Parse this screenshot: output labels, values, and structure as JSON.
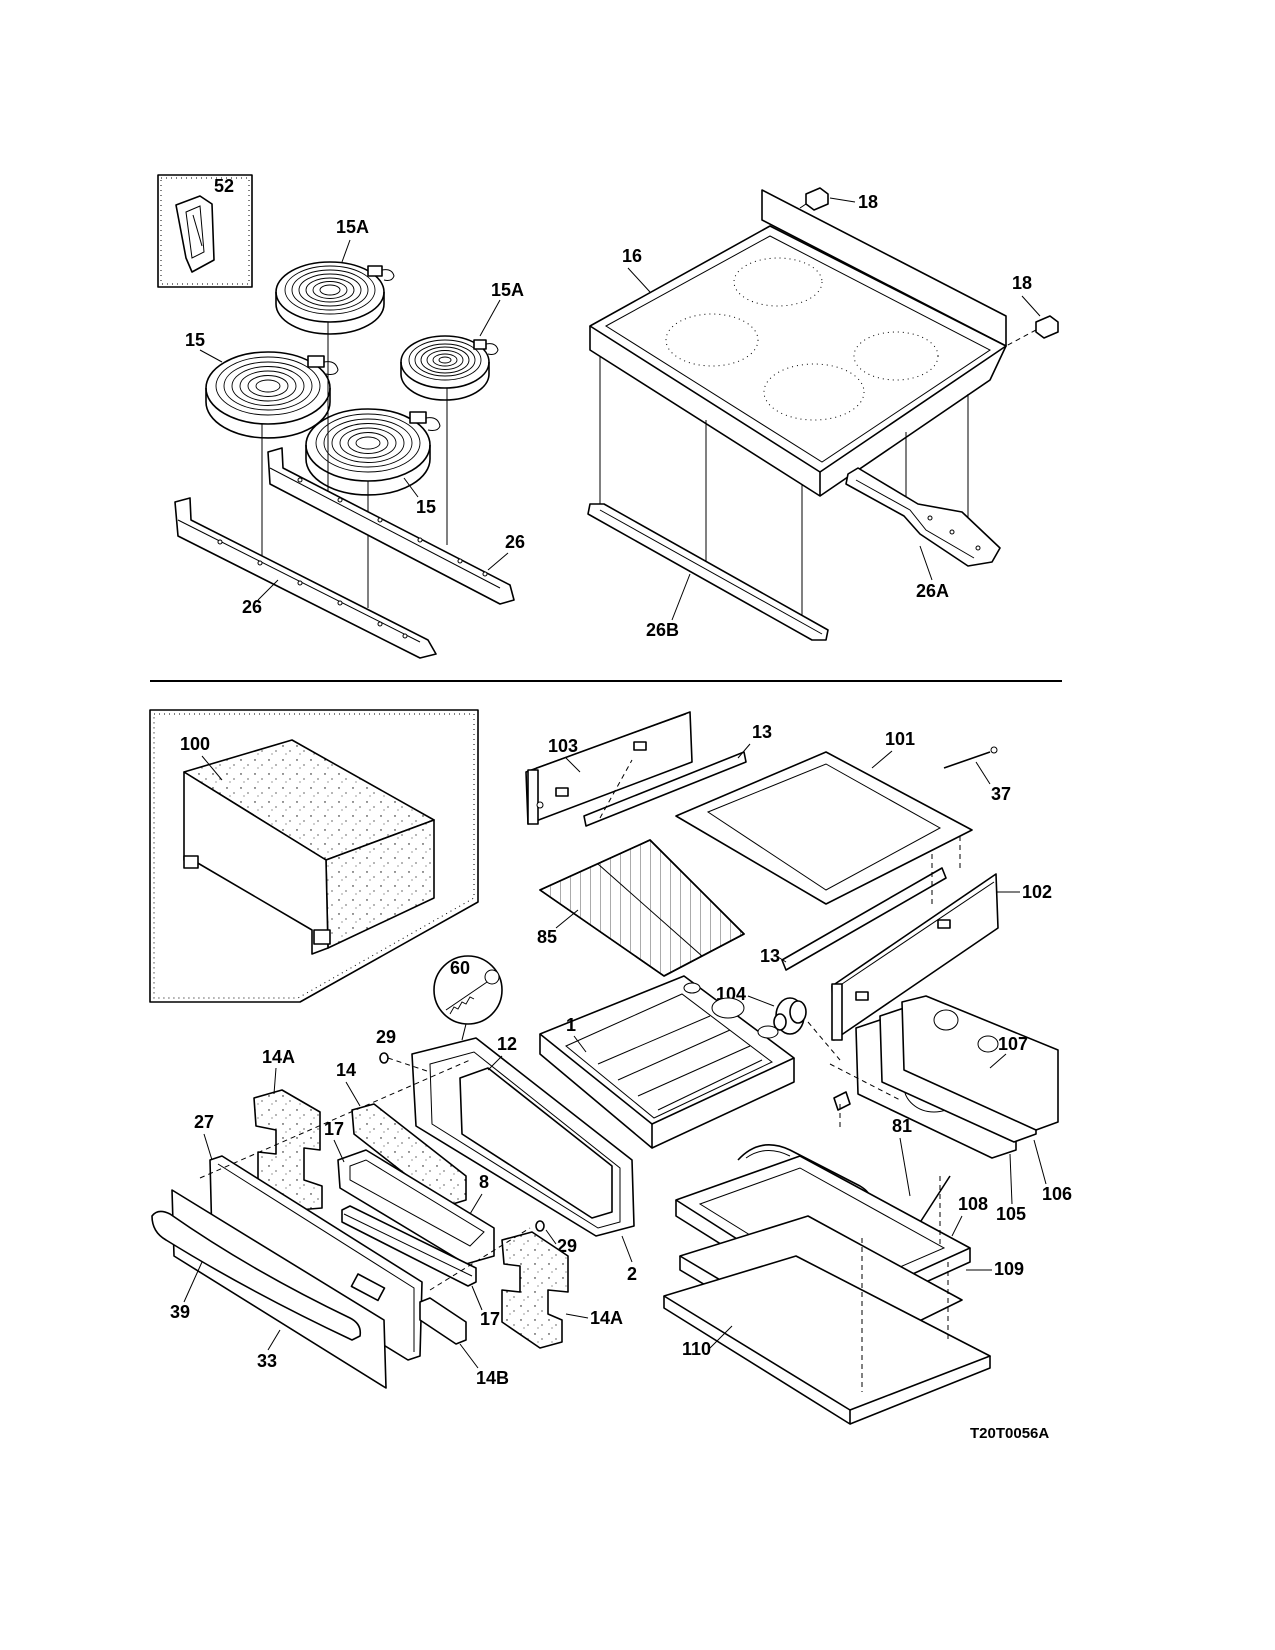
{
  "diagram_code": "T20T0056A",
  "callouts": {
    "c52": "52",
    "c15a_top": "15A",
    "c15a_right": "15A",
    "c15_left": "15",
    "c15_lower": "15",
    "c26_right": "26",
    "c26_left": "26",
    "c16": "16",
    "c18_top": "18",
    "c18_right": "18",
    "c26a": "26A",
    "c26b": "26B",
    "c100": "100",
    "c103": "103",
    "c13_top": "13",
    "c101": "101",
    "c37": "37",
    "c102": "102",
    "c85": "85",
    "c13_lower": "13",
    "c60": "60",
    "c104": "104",
    "c1": "1",
    "c29_top": "29",
    "c12": "12",
    "c14a_left": "14A",
    "c14": "14",
    "c107": "107",
    "c27": "27",
    "c17_top": "17",
    "c8": "8",
    "c81": "81",
    "c108": "108",
    "c105": "105",
    "c106": "106",
    "c29_lower": "29",
    "c2": "2",
    "c109": "109",
    "c39": "39",
    "c17_lower": "17",
    "c14a_right": "14A",
    "c33": "33",
    "c14b": "14B",
    "c110": "110"
  }
}
